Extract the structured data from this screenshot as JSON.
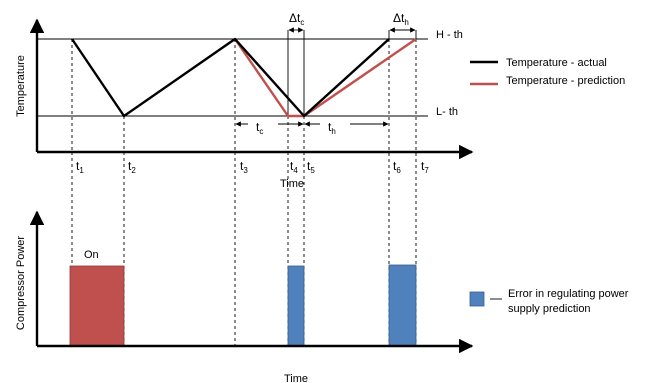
{
  "temperature_panel": {
    "y_axis_label": "Temperature",
    "x_axis_label": "Time",
    "high_threshold_label": "H - th",
    "low_threshold_label": "L- th",
    "ticks": [
      {
        "main": "t",
        "sub": "1"
      },
      {
        "main": "t",
        "sub": "2"
      },
      {
        "main": "t",
        "sub": "3"
      },
      {
        "main": "t",
        "sub": "4"
      },
      {
        "main": "t",
        "sub": "5"
      },
      {
        "main": "t",
        "sub": "6"
      },
      {
        "main": "t",
        "sub": "7"
      }
    ],
    "delta_labels": [
      {
        "main": "Δt",
        "sub": "c"
      },
      {
        "main": "Δt",
        "sub": "h"
      }
    ],
    "interval_labels": [
      {
        "main": "t",
        "sub": "c"
      },
      {
        "main": "t",
        "sub": "h"
      }
    ],
    "legend": [
      {
        "label": "Temperature - actual",
        "color": "#000000"
      },
      {
        "label": "Temperature - prediction",
        "color": "#c0504d"
      }
    ]
  },
  "power_panel": {
    "y_axis_label": "Compressor Power",
    "x_axis_label": "Time",
    "on_label": "On",
    "on_color": "#c0504d",
    "error_color": "#4f81bd",
    "legend_lines": [
      "Error in regulating power",
      "supply prediction"
    ]
  }
}
